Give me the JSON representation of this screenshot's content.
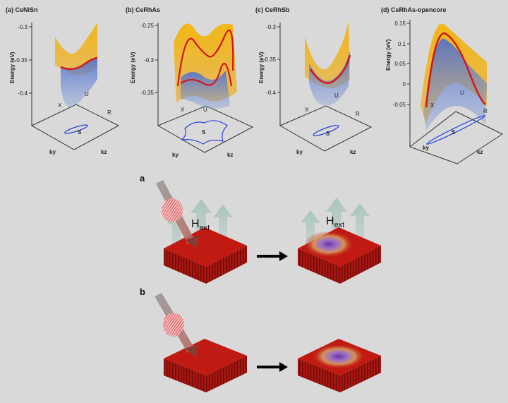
{
  "panels": [
    {
      "label": "(a) CeNiSn",
      "yticks": [
        "-0.3",
        "-0.35",
        "-0.4"
      ]
    },
    {
      "label": "(b) CeRhAs",
      "yticks": [
        "-0.25",
        "-0.3",
        "-0.35"
      ]
    },
    {
      "label": "(c) CeRhSb",
      "yticks": [
        "-0.3",
        "-0.35",
        "-0.4"
      ]
    },
    {
      "label": "(d) CeRhAs-opencore",
      "yticks": [
        "0.15",
        "0.1",
        "0.05",
        "0",
        "-0.05"
      ]
    }
  ],
  "axis": {
    "energy": "Energy (eV)",
    "x": "X",
    "u": "U",
    "r": "R",
    "s": "S",
    "ky": "ky",
    "kz": "kz"
  },
  "lower": {
    "a_label": "a",
    "b_label": "b",
    "field": {
      "main": "H",
      "sub": "ext"
    }
  },
  "colors": {
    "orange": "#f0a400",
    "blue": "#5574c8",
    "red": "#d11818",
    "block": "#b01410"
  }
}
